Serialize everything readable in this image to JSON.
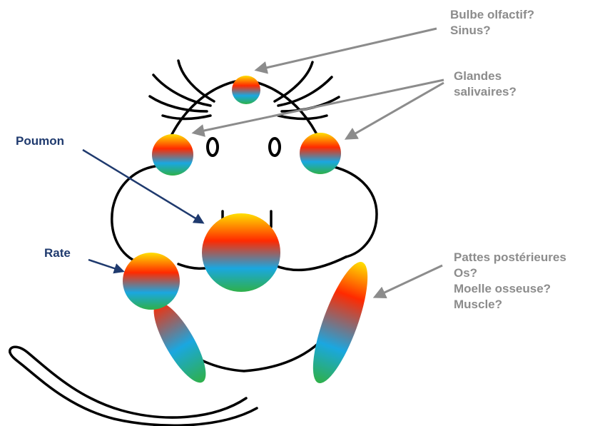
{
  "labels": {
    "olfactory": [
      "Bulbe olfactif?",
      "Sinus?"
    ],
    "salivary": [
      "Glandes",
      "salivaires?"
    ],
    "lung": "Poumon",
    "spleen": "Rate",
    "hind_legs": [
      "Pattes postérieures",
      "Os?",
      "Moelle osseuse?",
      "Muscle?"
    ]
  },
  "colors": {
    "outline": "#000000",
    "gray_arrow": "#8c8c8c",
    "navy_arrow": "#1f3a6e",
    "heat_gradient": [
      "#ffe000",
      "#ff2a00",
      "#1aa7e0",
      "#2fb04a"
    ]
  }
}
